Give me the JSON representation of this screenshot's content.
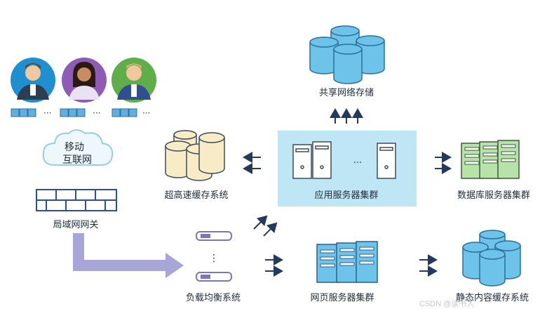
{
  "colors": {
    "accent_blue": "#4a90c8",
    "panel_blue": "#bfe6f5",
    "cream": "#f7ecc6",
    "green": "#b7e3a8",
    "arrow": "#233a5e",
    "lavender": "#a8a6d8"
  },
  "nodes": {
    "users": {
      "dots": "···"
    },
    "mobile_internet": {
      "line1": "移动",
      "line2": "互联网"
    },
    "lan_gateway": {
      "label": "局域网网关"
    },
    "load_balancer": {
      "label": "负载均衡系统",
      "dots": "⋮"
    },
    "hs_cache": {
      "label": "超高速缓存系统"
    },
    "shared_storage": {
      "label": "共享网络存储"
    },
    "app_cluster": {
      "label": "应用服务器集群",
      "dots": "···"
    },
    "db_cluster": {
      "label": "数据库服务器集群"
    },
    "web_cluster": {
      "label": "网页服务器集群"
    },
    "static_cache": {
      "label": "静态内容缓存系统"
    }
  },
  "icons": [
    "user-avatar-icon",
    "cloud-icon",
    "firewall-icon",
    "switch-icon",
    "database-icon",
    "server-icon",
    "arrow-icon"
  ],
  "watermark": "CSDN @读书人"
}
